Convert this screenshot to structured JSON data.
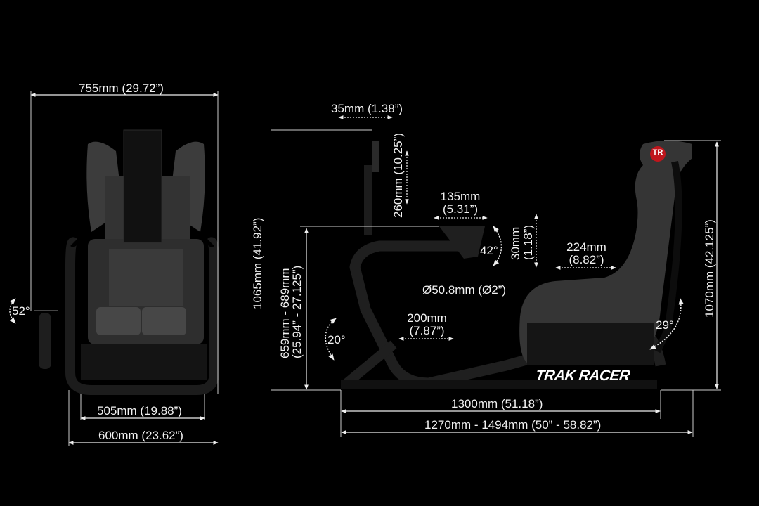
{
  "front_view": {
    "overall_width": "755mm (29.72”)",
    "base_inner_width": "505mm (19.88”)",
    "base_outer_width": "600mm (23.62”)",
    "shifter_angle": "52°"
  },
  "side_view": {
    "wheel_offset": "35mm (1.38”)",
    "wheel_mount_height": "260mm (10.25”)",
    "wheel_deck_depth_mm": "135mm",
    "wheel_deck_depth_in": "(5.31”)",
    "wheel_deck_angle": "42°",
    "deck_adjust_mm": "30mm",
    "deck_adjust_in": "(1.18”)",
    "seat_slide_mm": "224mm",
    "seat_slide_in": "(8.82”)",
    "tube_diameter": "Ø50.8mm (Ø2”)",
    "pedal_slide_mm": "200mm",
    "pedal_slide_in": "(7.87”)",
    "pedal_angle": "20°",
    "seat_recline_angle": "29°",
    "overall_height": "1065mm (41.92”)",
    "deck_height_mm": "659mm - 689mm",
    "deck_height_in": "(25.94” - 27.125”)",
    "seat_height": "1070mm (42.125”)",
    "frame_length": "1300mm (51.18”)",
    "total_length_range": "1270mm - 1494mm (50” - 58.82”)",
    "brand_text": "TRAK RACER",
    "logo_text": "TR"
  },
  "colors": {
    "background": "#000000",
    "text": "#f2f2f2",
    "seat_fabric": "#3a3a3a",
    "frame": "#1a1a1a",
    "logo_red": "#c0161c"
  }
}
